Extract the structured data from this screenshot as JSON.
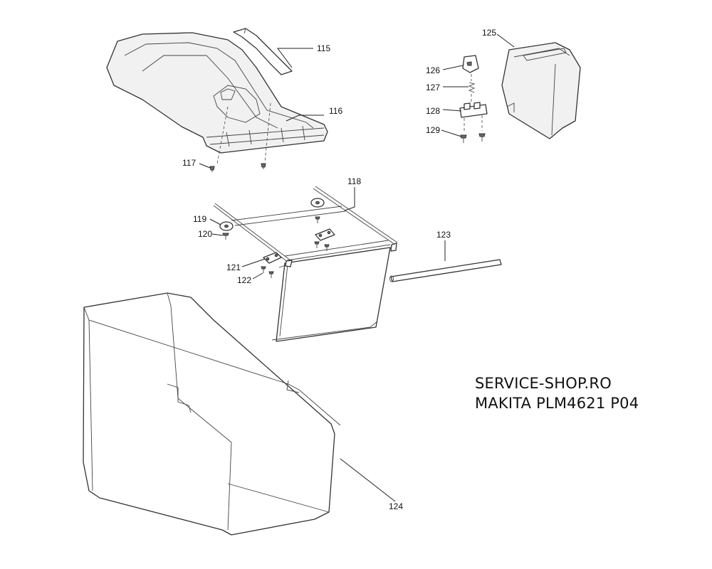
{
  "callouts": {
    "p115": "115",
    "p116": "116",
    "p117": "117",
    "p118": "118",
    "p119": "119",
    "p120": "120",
    "p121": "121",
    "p122": "122",
    "p123": "123",
    "p124": "124",
    "p125": "125",
    "p126": "126",
    "p127": "127",
    "p128": "128",
    "p129": "129"
  },
  "caption": {
    "line1": "SERVICE-SHOP.RO",
    "line2": "MAKITA PLM4621 P04"
  }
}
